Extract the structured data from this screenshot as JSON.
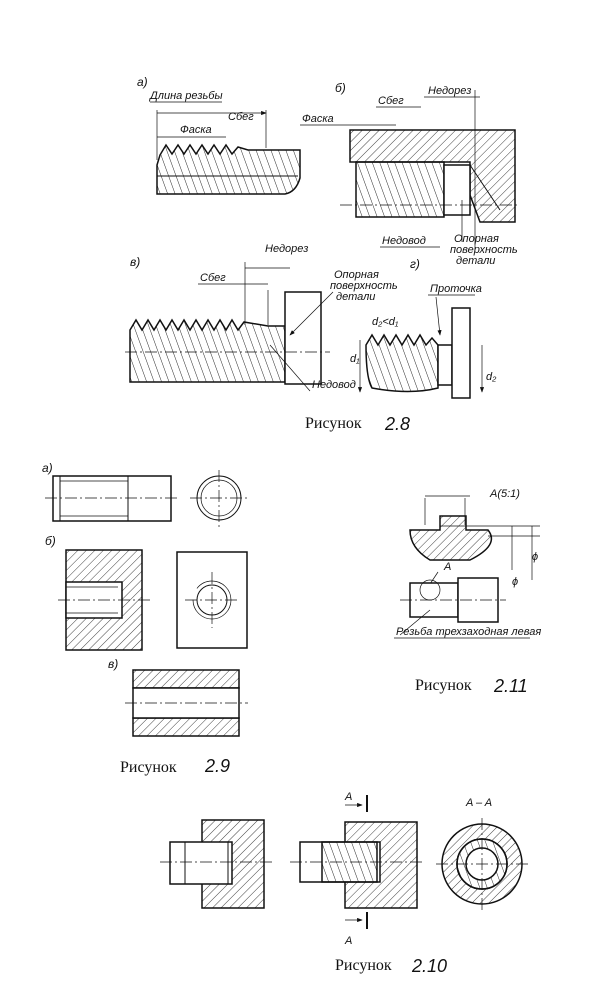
{
  "fig_2_8": {
    "label_a": "а)",
    "label_b": "б)",
    "label_v": "в)",
    "label_g": "г)",
    "thread_length": "Длина резьбы",
    "chamfer": "Фаска",
    "runout": "Сбег",
    "undercut": "Недорез",
    "incomplete": "Недовод",
    "support_surface_1": "Опорная",
    "support_surface_2": "поверхность",
    "support_surface_3": "детали",
    "groove": "Проточка",
    "relation": "d₂<d₁",
    "d1": "d₁",
    "d2": "d₂",
    "caption": "Рисунок",
    "number": "2.8"
  },
  "fig_2_9": {
    "label_a": "а)",
    "label_b": "б)",
    "label_v": "в)",
    "caption": "Рисунок",
    "number": "2.9"
  },
  "fig_2_11": {
    "view": "A(5:1)",
    "callout": "A",
    "note": "Резьба трехзаходная левая",
    "phi": "ϕ",
    "caption": "Рисунок",
    "number": "2.11"
  },
  "fig_2_10": {
    "section_mark": "A",
    "section_title": "A – A",
    "caption": "Рисунок",
    "number": "2.10"
  }
}
